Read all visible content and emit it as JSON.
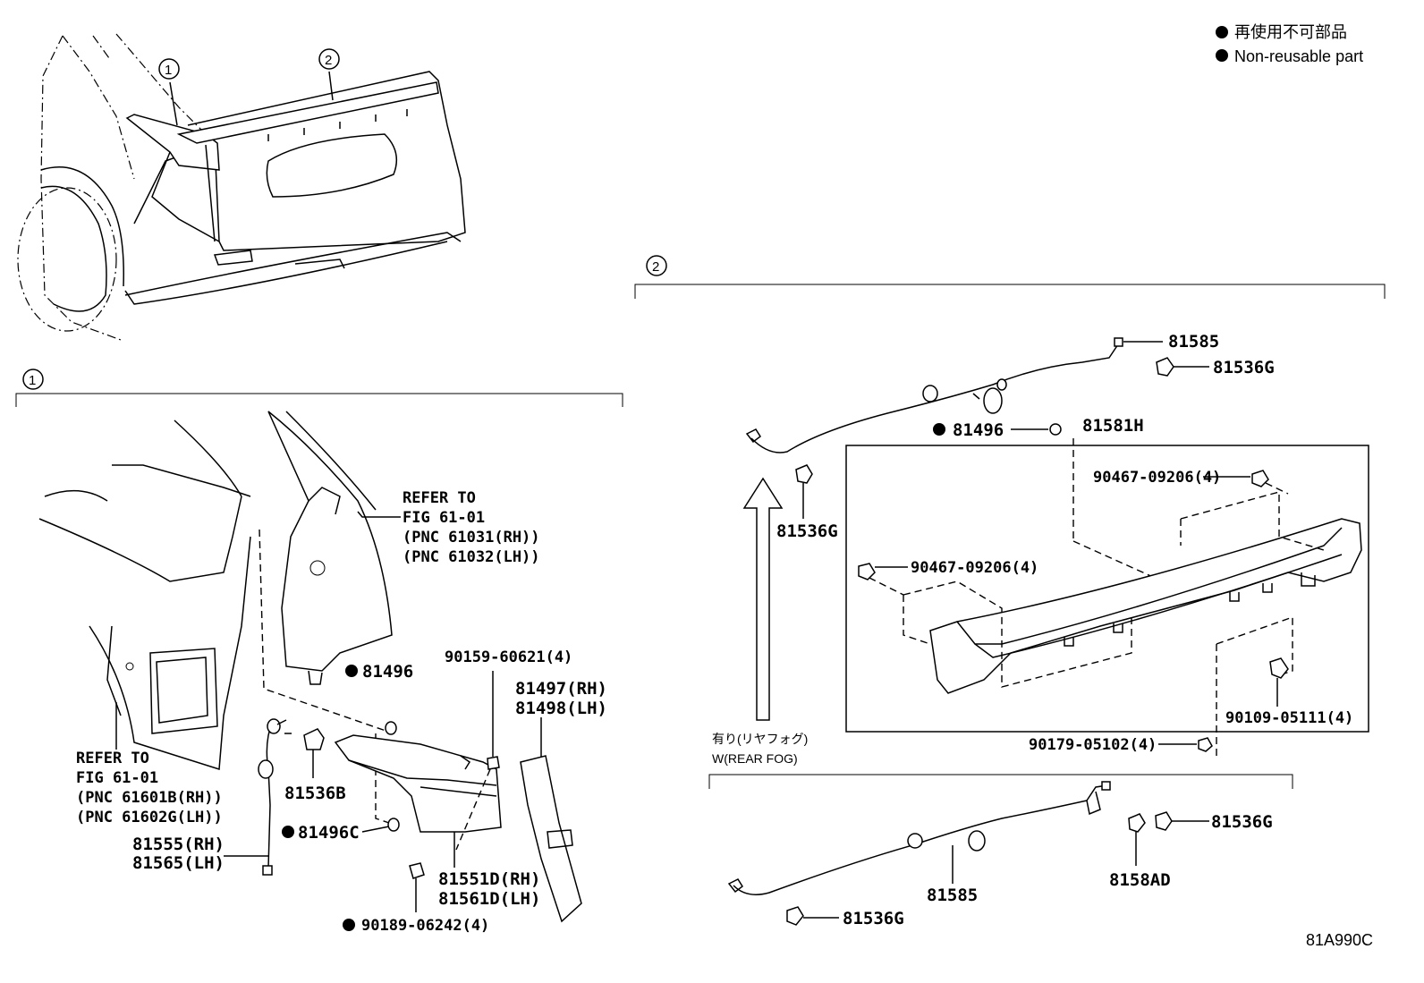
{
  "legend": {
    "jp": "再使用不可部品",
    "en": "Non-reusable part"
  },
  "callouts": {
    "c1": "1",
    "c2": "2"
  },
  "section1": {
    "refer_a": [
      "REFER TO",
      "FIG 61-01",
      "(PNC 61031(RH))",
      "(PNC 61032(LH))"
    ],
    "refer_b": [
      "REFER TO",
      "FIG 61-01",
      "(PNC 61601B(RH))",
      "(PNC 61602G(LH))"
    ],
    "parts": {
      "p81496": "81496",
      "p90159": "90159-60621(4)",
      "p81497": "81497(RH)",
      "p81498": "81498(LH)",
      "p81536B": "81536B",
      "p81496C": "81496C",
      "p81555": "81555(RH)",
      "p81565": "81565(LH)",
      "p81551D": "81551D(RH)",
      "p81561D": "81561D(LH)",
      "p90189": "90189-06242(4)"
    }
  },
  "section2": {
    "parts": {
      "p81585_top": "81585",
      "p81536G_top": "81536G",
      "p81496": "81496",
      "p81581H": "81581H",
      "p81536G_left": "81536G",
      "p90467_a": "90467-09206(4)",
      "p90467_b": "90467-09206(4)",
      "p90109": "90109-05111(4)",
      "p90179": "90179-05102(4)",
      "p81536G_mid": "81536G",
      "p8158AD": "8158AD",
      "p81585_bot": "81585",
      "p81536G_bot": "81536G"
    },
    "rear_fog_jp": "有り(リヤフォグ)",
    "rear_fog_en": "W(REAR FOG)"
  },
  "figure_code": "81A990C"
}
